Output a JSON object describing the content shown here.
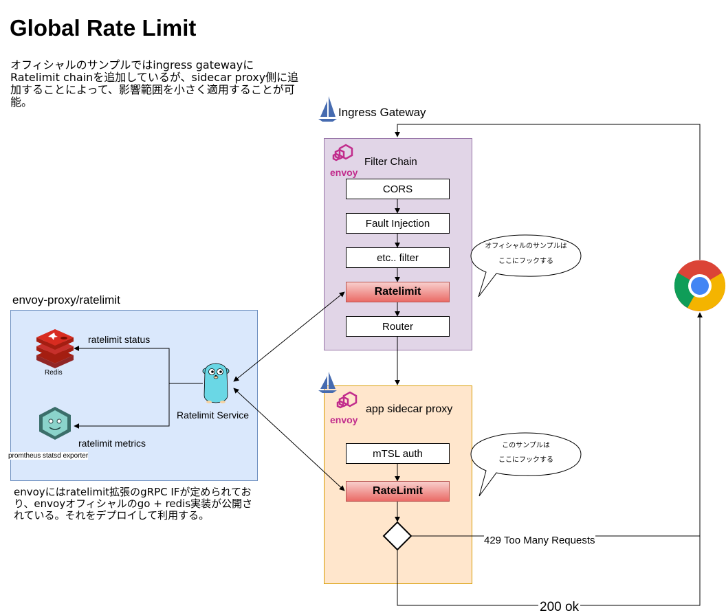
{
  "title": "Global Rate Limit",
  "intro": "オフィシャルのサンプルではingress gatewayにRatelimit chainを追加しているが、sidecar proxy側に追加することによって、影響範囲を小さく適用することが可能。",
  "ingress": {
    "label": "Ingress Gateway",
    "chain_label": "Filter Chain",
    "logo_text": "envoy",
    "filters": [
      "CORS",
      "Fault Injection",
      "etc.. filter",
      "Ratelimit",
      "Router"
    ],
    "callout": [
      "オフィシャルのサンプルは",
      "ここにフックする"
    ]
  },
  "sidecar": {
    "label": "app sidecar proxy",
    "logo_text": "envoy",
    "filters": [
      "mTSL auth",
      "RateLimit"
    ],
    "callout": [
      "このサンプルは",
      "ここにフックする"
    ]
  },
  "ratelimit": {
    "title": "envoy-proxy/ratelimit",
    "service_label": "Ratelimit Service",
    "redis_label": "Redis",
    "exporter_label": "promtheus statsd exporter",
    "status_label": "ratelimit status",
    "metrics_label": "ratelimit metrics",
    "note": "envoyにはratelimit拡張のgRPC IFが定められており、envoyオフィシャルのgo + redis実装が公開されている。それをデプロイして利用する。"
  },
  "responses": {
    "too_many": "429 Too Many Requests",
    "ok": "200 ok"
  },
  "colors": {
    "ingress_fill": "#e1d5e7",
    "sidecar_fill": "#ffe6cc",
    "ratelimit_fill": "#dae8fc",
    "highlight_top": "#f8cecc",
    "highlight_bottom": "#ea6b66",
    "envoy_brand": "#c12c8c",
    "istio_blue": "#466bb0"
  }
}
